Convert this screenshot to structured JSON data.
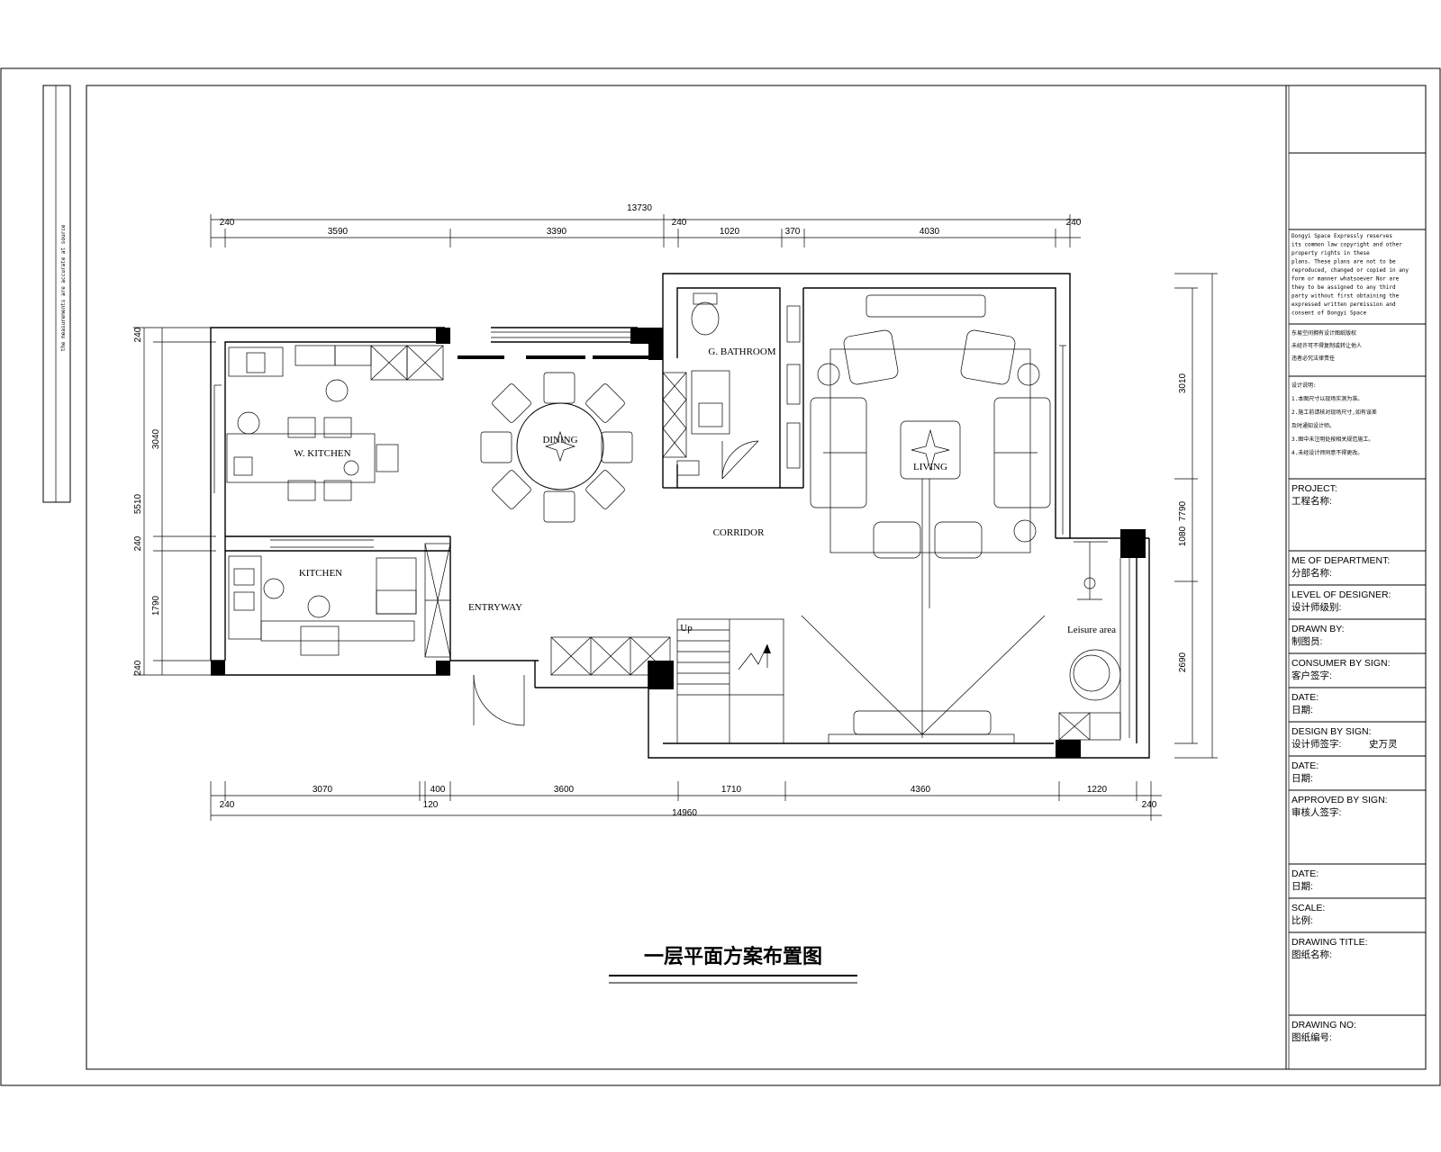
{
  "drawing_title": "一层平面方案布置图",
  "side_note": "the measurements are accurate at source",
  "rooms": {
    "kitchen_w": "W. KITCHEN",
    "kitchen": "KITCHEN",
    "dining": "DINING",
    "bathroom": "G. BATHROOM",
    "corridor": "CORRIDOR",
    "living": "LIVING",
    "entryway": "ENTRYWAY",
    "leisure": "Leisure area",
    "up": "Up"
  },
  "dimensions": {
    "top_total": "13730",
    "top": [
      "240",
      "3590",
      "3390",
      "240",
      "1020",
      "370",
      "4030",
      "240"
    ],
    "bottom": [
      "240",
      "3070",
      "120",
      "400",
      "3600",
      "1710",
      "4360",
      "1220",
      "240"
    ],
    "bottom_total": "14960",
    "left": [
      "240",
      "3040",
      "5510",
      "240",
      "1790",
      "240"
    ],
    "right": [
      "3010",
      "7790",
      "1080",
      "2690"
    ]
  },
  "title_block": {
    "copyright_en": [
      "Dongyi Space Expressly reserves",
      "its common law copyright and other",
      "property rights in these",
      "plans. These plans are not to be",
      "reproduced, changed or copied in any",
      "form or manner whatsoever Nor are",
      "they to be assigned to any third",
      "party without first obtaining the",
      "expressed written permission and",
      "consent of Dongyi Space"
    ],
    "copyright_cn": [
      "东易空间拥有设计图纸版权",
      "未经许可不得复制或转让他人",
      "违者必究法律责任"
    ],
    "notes": [
      "设计说明:",
      "1.本图尺寸以现场实测为准。",
      "2.施工前请核对现场尺寸,如有误差",
      "及时通知设计师。",
      "3.图中未注明处按相关规范施工。",
      "4.未经设计师同意不得更改。"
    ],
    "fields": [
      {
        "en": "PROJECT:",
        "cn": "工程名称:"
      },
      {
        "en": "ME OF DEPARTMENT:",
        "cn": "分部名称:"
      },
      {
        "en": "LEVEL OF DESIGNER:",
        "cn": "设计师级别:"
      },
      {
        "en": "DRAWN BY:",
        "cn": "制图员:"
      },
      {
        "en": "CONSUMER BY SIGN:",
        "cn": "客户签字:"
      },
      {
        "en": "DATE:",
        "cn": "日期:"
      },
      {
        "en": "DESIGN BY SIGN:",
        "cn": "设计师签字:",
        "value": "史万灵"
      },
      {
        "en": "DATE:",
        "cn": "日期:"
      },
      {
        "en": "APPROVED BY SIGN:",
        "cn": "审核人签字:"
      },
      {
        "en": "DATE:",
        "cn": "日期:"
      },
      {
        "en": "SCALE:",
        "cn": "比例:"
      },
      {
        "en": "DRAWING TITLE:",
        "cn": "图纸名称:"
      },
      {
        "en": "DRAWING NO:",
        "cn": "图纸编号:"
      }
    ]
  }
}
